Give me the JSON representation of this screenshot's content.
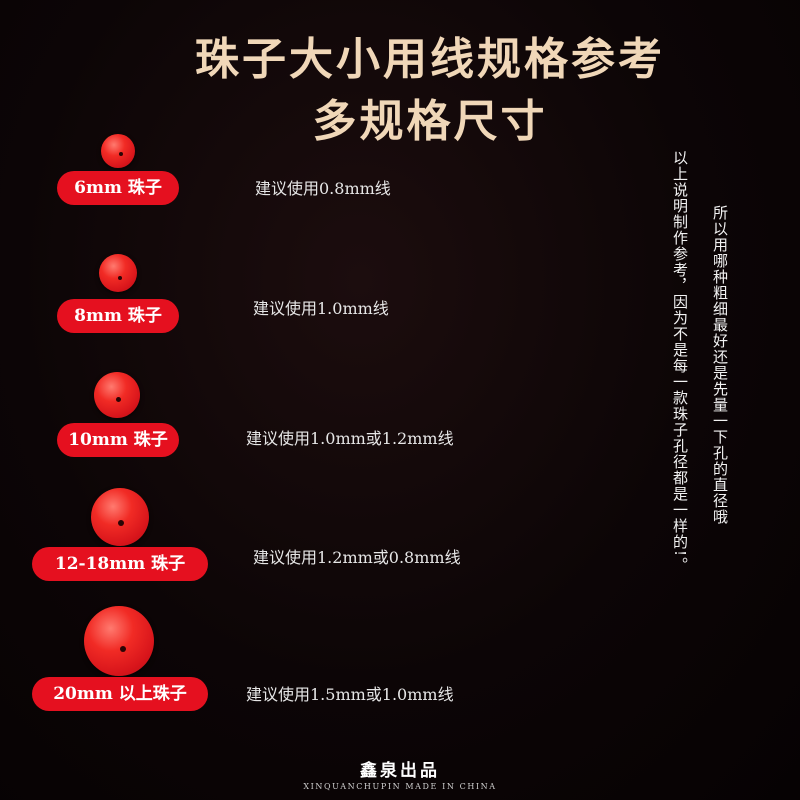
{
  "title": {
    "line1": "珠子大小用线规格参考",
    "line2": "多规格尺寸"
  },
  "items": [
    {
      "label": "6mm 珠子",
      "spec": "建议使用0.8mm线"
    },
    {
      "label": "8mm 珠子",
      "spec": "建议使用1.0mm线"
    },
    {
      "label": "10mm 珠子",
      "spec": "建议使用1.0mm或1.2mm线"
    },
    {
      "label": "12-18mm 珠子",
      "spec": "建议使用1.2mm或0.8mm线"
    },
    {
      "label": "20mm 以上珠子",
      "spec": "建议使用1.5mm或1.0mm线"
    }
  ],
  "notes": {
    "col1": "以上说明制作参考，因为不是每一款珠子孔径都是一样的!。",
    "col2": "所以用哪种粗细最好还是先量一下孔的直径哦"
  },
  "brand": {
    "name": "鑫泉出品",
    "sub": "XINQUANCHUPIN MADE IN CHINA"
  },
  "colors": {
    "background": "#0c0506",
    "title": "#f0d7b8",
    "bead_red": "#e5101f",
    "text": "#e6e6e6"
  }
}
